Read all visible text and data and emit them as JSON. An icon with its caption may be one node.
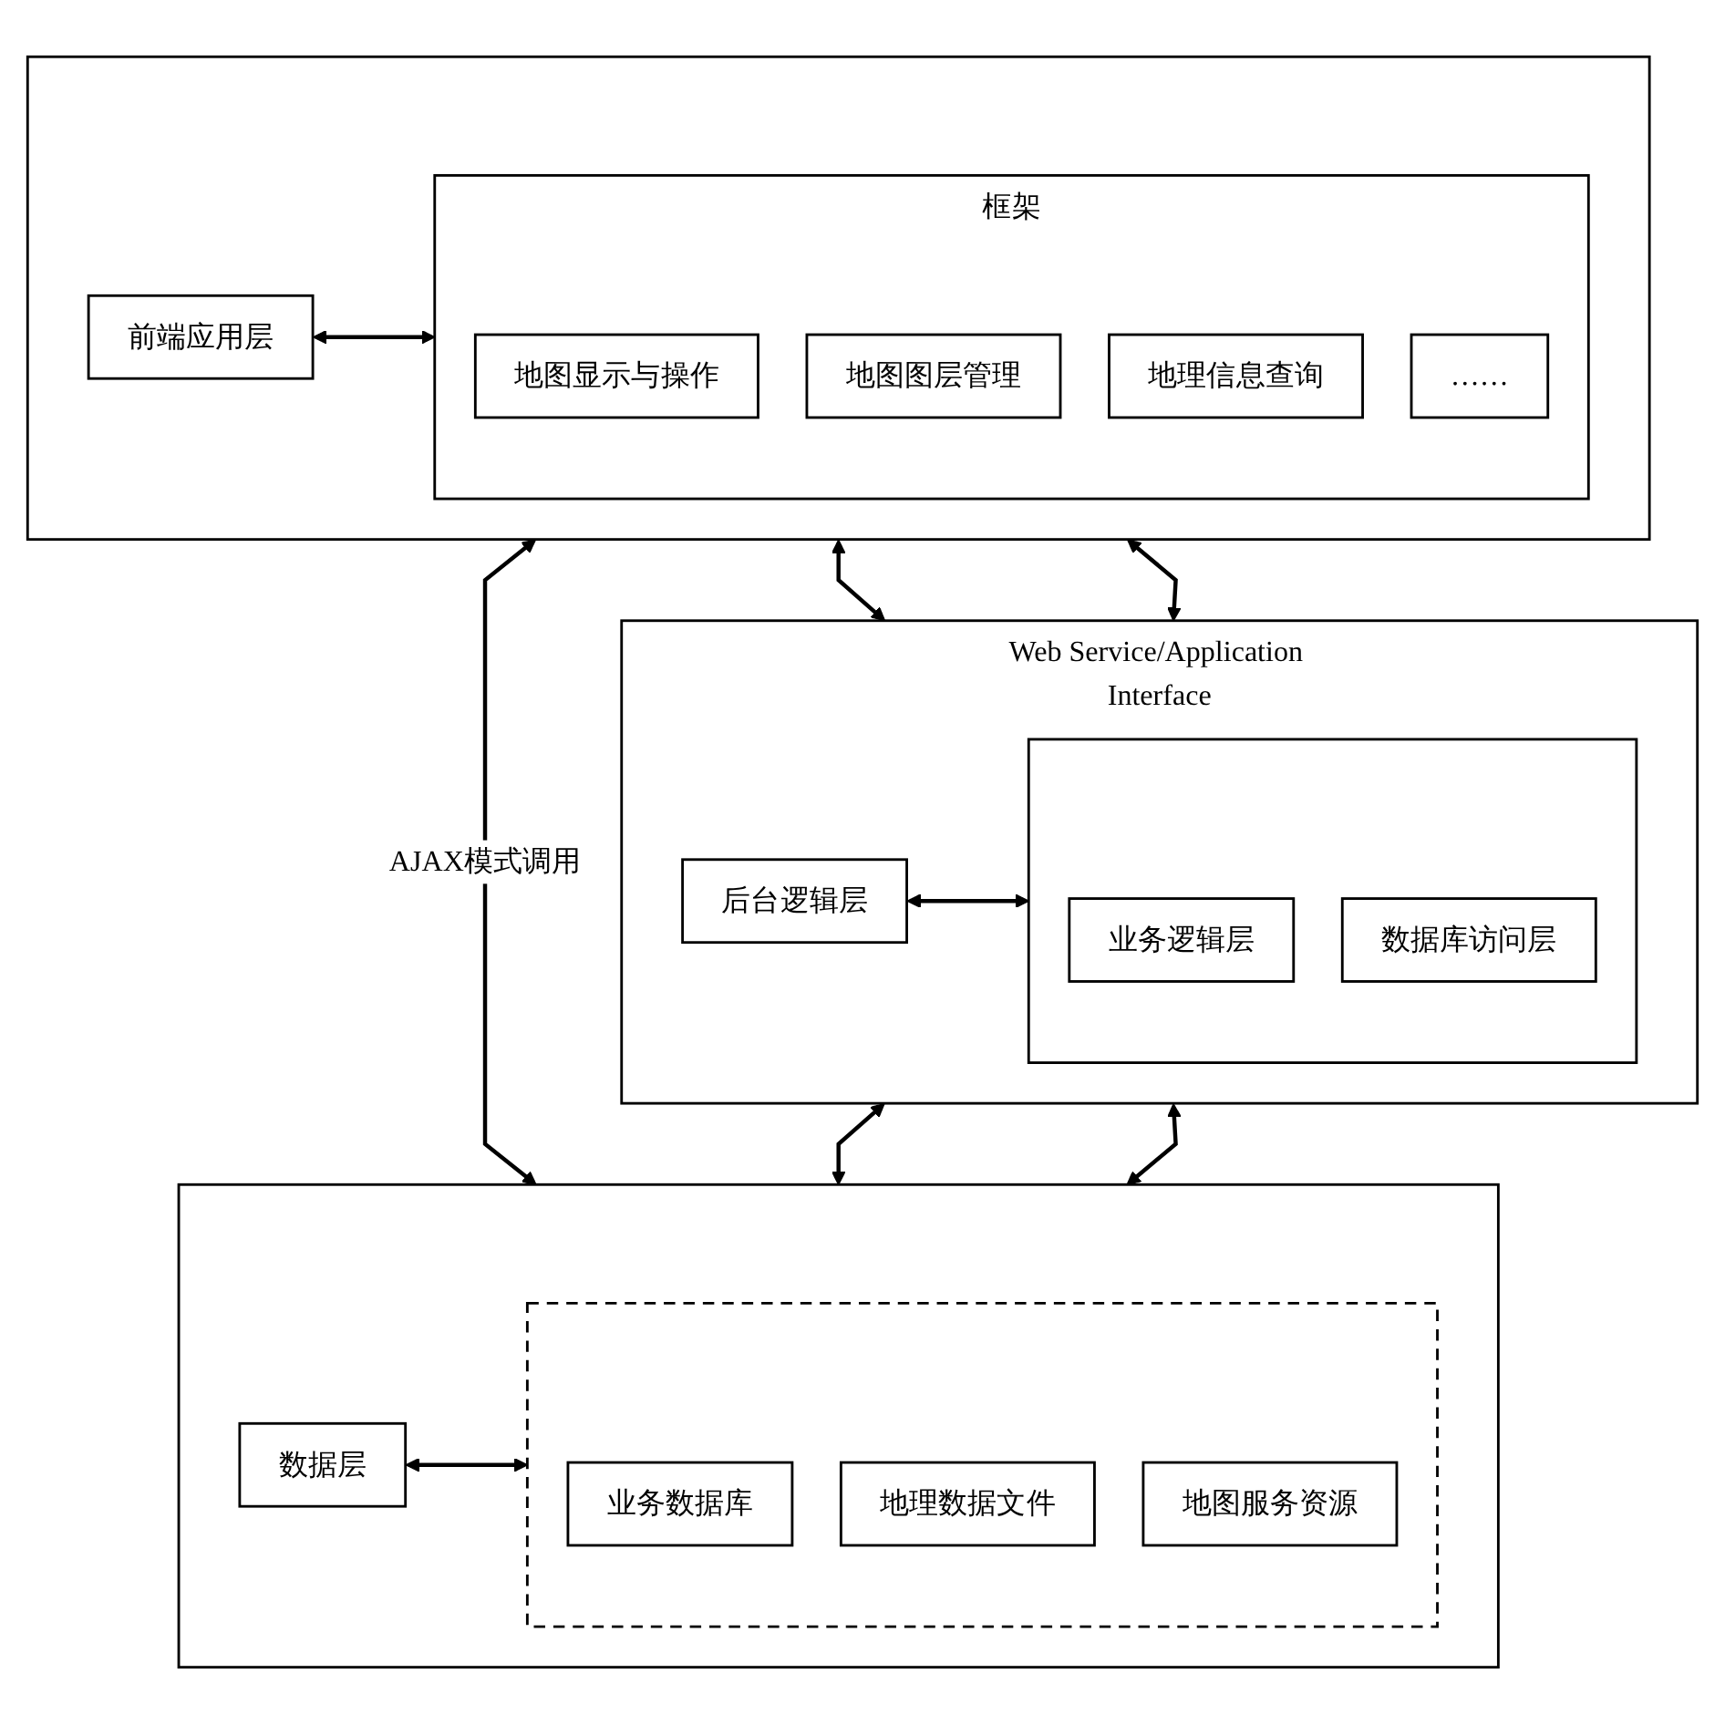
{
  "diagram": {
    "nodes": [
      {
        "text": [],
        "shape": "box"
      },
      {
        "text": [
          "前端应用层"
        ],
        "in": 0
      },
      {
        "text": [
          "框架"
        ],
        "in": 0
      },
      {
        "text": [
          "地图显示与操作"
        ],
        "in": 2
      },
      {
        "text": [
          "地图图层管理"
        ],
        "in": 2
      },
      {
        "text": [
          "地理信息查询"
        ],
        "in": 2
      },
      {
        "text": [
          "……"
        ],
        "in": 2
      },
      {
        "text": [
          "Web Service/Application Interface"
        ]
      },
      {
        "text": [
          "后台逻辑层"
        ],
        "in": 7
      },
      {
        "text": [],
        "shape": "box",
        "in": 7
      },
      {
        "text": [
          "业务逻辑层"
        ],
        "in": 9
      },
      {
        "text": [
          "数据库访问层"
        ],
        "in": 9
      },
      {
        "text": [],
        "shape": "box"
      },
      {
        "text": [
          "数据层"
        ],
        "in": 12
      },
      {
        "text": [],
        "shape": "box",
        "in": 12
      },
      {
        "text": [
          "业务数据库"
        ],
        "in": 14
      },
      {
        "text": [
          "地理数据文件"
        ],
        "in": 14
      },
      {
        "text": [
          "地图服务资源"
        ],
        "in": 14
      }
    ],
    "edges": [
      {
        "from": 1,
        "to": 2,
        "arrow": "both"
      },
      {
        "from": 0,
        "to": 7,
        "arrow": "both"
      },
      {
        "from": 0,
        "to": 7,
        "arrow": "both"
      },
      {
        "from": 0,
        "to": 12,
        "arrow": "both",
        "label": "AJAX模式调用"
      },
      {
        "from": 8,
        "to": 9,
        "arrow": "both"
      },
      {
        "from": 7,
        "to": 12,
        "arrow": "both"
      },
      {
        "from": 7,
        "to": 12,
        "arrow": "both"
      },
      {
        "from": 13,
        "to": 14,
        "arrow": "both"
      }
    ]
  }
}
